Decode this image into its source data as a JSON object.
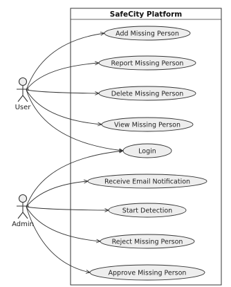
{
  "system": {
    "title": "SafeCity Platform"
  },
  "actors": [
    {
      "id": "user",
      "label": "User"
    },
    {
      "id": "admin",
      "label": "Admin"
    }
  ],
  "use_cases": [
    {
      "id": "add-missing-person",
      "label": "Add Missing Person"
    },
    {
      "id": "report-missing-person",
      "label": "Report Missing Person"
    },
    {
      "id": "delete-missing-person",
      "label": "Delete Missing Person"
    },
    {
      "id": "view-missing-person",
      "label": "View Missing Person"
    },
    {
      "id": "login",
      "label": "Login"
    },
    {
      "id": "receive-email-notification",
      "label": "Receive Email Notification"
    },
    {
      "id": "start-detection",
      "label": "Start Detection"
    },
    {
      "id": "reject-missing-person",
      "label": "Reject Missing Person"
    },
    {
      "id": "approve-missing-person",
      "label": "Approve Missing Person"
    }
  ],
  "associations": [
    {
      "actor": "user",
      "use_case": "add-missing-person"
    },
    {
      "actor": "user",
      "use_case": "report-missing-person"
    },
    {
      "actor": "user",
      "use_case": "delete-missing-person"
    },
    {
      "actor": "user",
      "use_case": "view-missing-person"
    },
    {
      "actor": "user",
      "use_case": "login"
    },
    {
      "actor": "admin",
      "use_case": "login"
    },
    {
      "actor": "admin",
      "use_case": "receive-email-notification"
    },
    {
      "actor": "admin",
      "use_case": "start-detection"
    },
    {
      "actor": "admin",
      "use_case": "reject-missing-person"
    },
    {
      "actor": "admin",
      "use_case": "approve-missing-person"
    }
  ],
  "colors": {
    "use_case_fill": "#eeeeee",
    "stroke": "#333333",
    "background": "#ffffff"
  }
}
